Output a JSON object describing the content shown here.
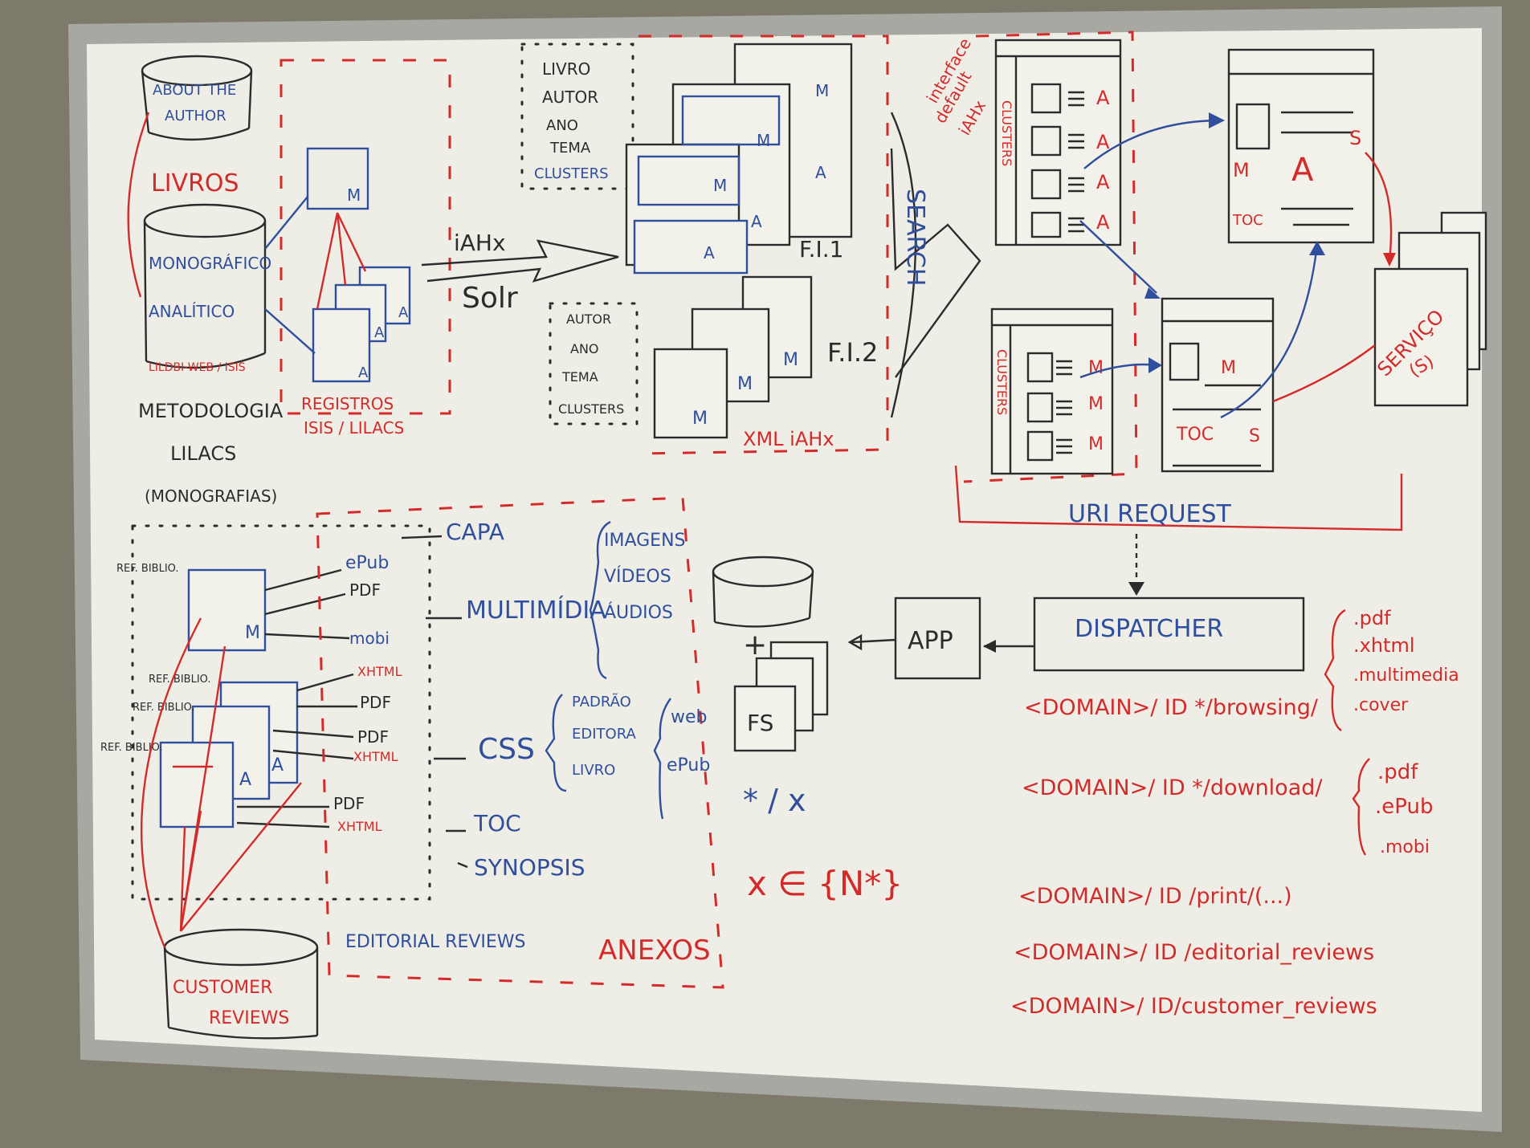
{
  "colors": {
    "black": "#2b2b2b",
    "blue": "#2f4f9e",
    "red": "#d42a2a",
    "board": "#efeee6",
    "frame": "#9c9c98"
  },
  "top_left": {
    "about_author": [
      "ABOUT THE",
      "AUTHOR"
    ],
    "livros": "LIVROS",
    "db_lines": [
      "MONOGRÁFICO",
      "ANALÍTICO",
      "LILDBI-WEB / ISIS"
    ],
    "metodologia": [
      "METODOLOGIA",
      "LILACS",
      "(MONOGRAFIAS)"
    ],
    "registros": [
      "REGISTROS",
      "ISIS / LILACS"
    ],
    "doc_labels": [
      "M",
      "A",
      "A",
      "A"
    ],
    "arrow_top": "iAHx",
    "arrow_bottom": "Solr"
  },
  "fi": {
    "fields1": [
      "LIVRO",
      "AUTOR",
      "ANO",
      "TEMA",
      "CLUSTERS"
    ],
    "fields2": [
      "AUTOR",
      "ANO",
      "TEMA",
      "CLUSTERS"
    ],
    "fi1": "F.I.1",
    "fi2": "F.I.2",
    "xml": "XML iAHx",
    "stack1_labels": [
      "M",
      "M",
      "M",
      "A",
      "A",
      "A"
    ],
    "stack2_labels": [
      "M",
      "M",
      "M"
    ]
  },
  "search": {
    "label": "SEARCH",
    "note": [
      "interface",
      "default",
      "iAHx"
    ],
    "clusters": "CLUSTERS",
    "rows_a": [
      "A",
      "A",
      "A",
      "A"
    ],
    "rows_m": [
      "M",
      "M",
      "M"
    ],
    "toc": "TOC",
    "page_marks": [
      "M",
      "A",
      "S",
      "M",
      "S"
    ],
    "uri_request": "URI REQUEST",
    "servicos": [
      "SERVIÇO",
      "(S)"
    ]
  },
  "bottom_left": {
    "ref_biblio": "REF. BIBLIO.",
    "formats": [
      "ePub",
      "PDF",
      "mobi",
      "XHTML",
      "PDF",
      "PDF",
      "XHTML",
      "PDF",
      "XHTML"
    ],
    "doc_labels": [
      "M",
      "A",
      "A"
    ],
    "customer": [
      "CUSTOMER",
      "REVIEWS"
    ]
  },
  "anexos": {
    "capa": "CAPA",
    "multimidia": "MULTIMÍDIA",
    "media": [
      "IMAGENS",
      "VÍDEOS",
      "ÁUDIOS"
    ],
    "css": "CSS",
    "css_opts": [
      "PADRÃO",
      "EDITORA",
      "LIVRO"
    ],
    "css_targets": [
      "web",
      "ePub"
    ],
    "toc": "TOC",
    "synopsis": "SYNOPSIS",
    "editorial": "EDITORIAL REVIEWS",
    "title": "ANEXOS"
  },
  "app": {
    "app": "APP",
    "fs": "FS",
    "dispatcher": "DISPATCHER",
    "star_x": "* / x",
    "x_in": "x ∈ {N*}"
  },
  "routes": {
    "lines": [
      "<DOMAIN>/ ID */browsing/",
      "<DOMAIN>/ ID */download/",
      "<DOMAIN>/ ID /print/(...)",
      "<DOMAIN>/ ID /editorial_reviews",
      "<DOMAIN>/ ID/customer_reviews"
    ],
    "browsing_opts": [
      ".pdf",
      ".xhtml",
      ".multimedia",
      ".cover"
    ],
    "download_opts": [
      ".pdf",
      ".ePub",
      ".mobi"
    ]
  }
}
